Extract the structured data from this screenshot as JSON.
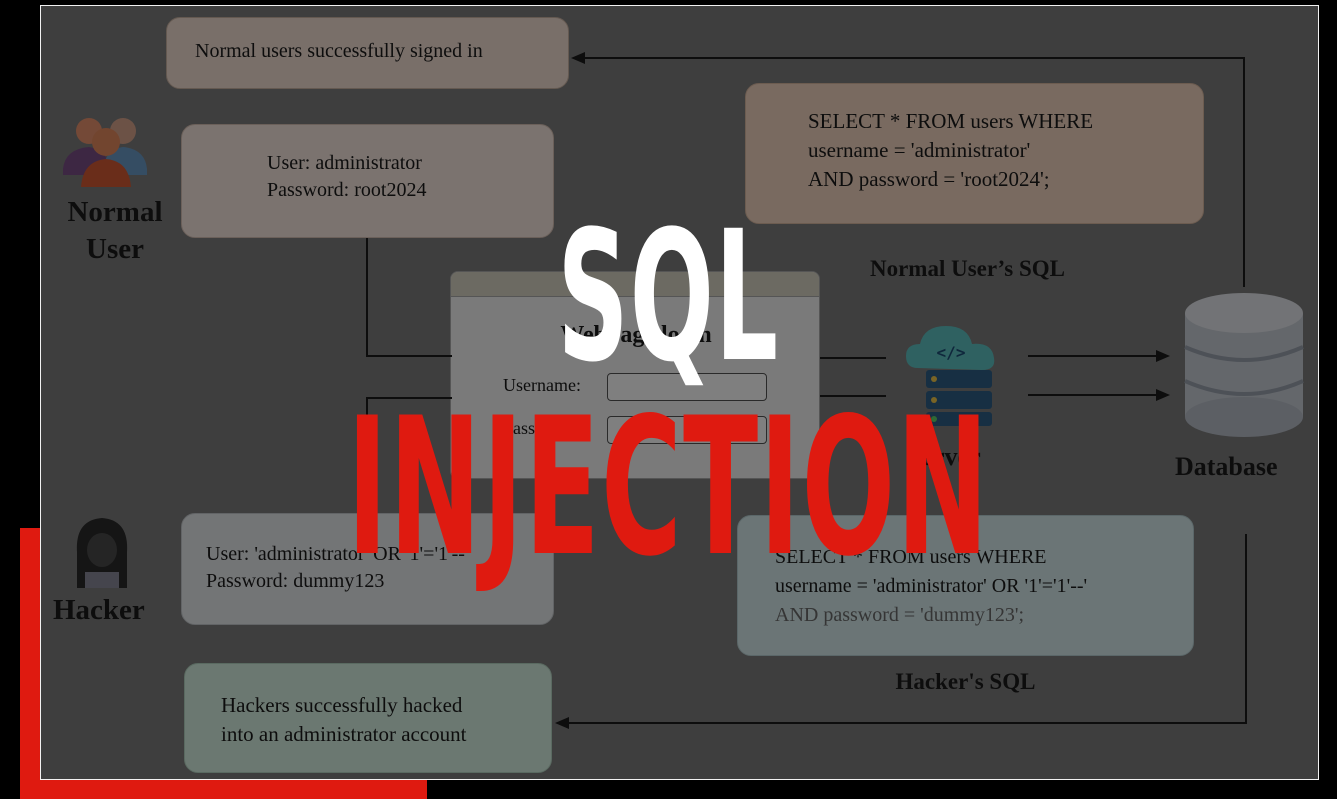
{
  "diagram": {
    "normal_success": "Normal users successfully signed in",
    "normal_user_label_line1": "Normal",
    "normal_user_label_line2": "User",
    "normal_creds_line1": "User: administrator",
    "normal_creds_line2": "Password: root2024",
    "normal_sql_line1": "SELECT * FROM users WHERE",
    "normal_sql_line2": "username = 'administrator'",
    "normal_sql_line3": "AND password = 'root2024';",
    "normal_sql_caption": "Normal User’s SQL",
    "login_title": "Webpage login",
    "login_username": "Username:",
    "login_password": "Password:",
    "server_label": "Server",
    "database_label": "Database",
    "hacker_label": "Hacker",
    "hacker_creds_line1": "User: 'administrator' OR '1'='1'--",
    "hacker_creds_line2": "Password: dummy123",
    "hacker_sql_line1": "SELECT * FROM users WHERE",
    "hacker_sql_line2": "username = 'administrator' OR '1'='1'--'",
    "hacker_sql_line3": "AND password = 'dummy123';",
    "hacker_sql_caption": "Hacker's SQL",
    "hacker_success_line1": "Hackers successfully hacked",
    "hacker_success_line2": "into an administrator account"
  },
  "title": {
    "line1": "SQL",
    "line2": "INJECTION"
  },
  "colors": {
    "accent": "#df1a10",
    "title_white": "#ffffff",
    "background": "#000000"
  },
  "icons": [
    "users-group-icon",
    "hacker-icon",
    "cloud-server-icon",
    "database-icon"
  ]
}
